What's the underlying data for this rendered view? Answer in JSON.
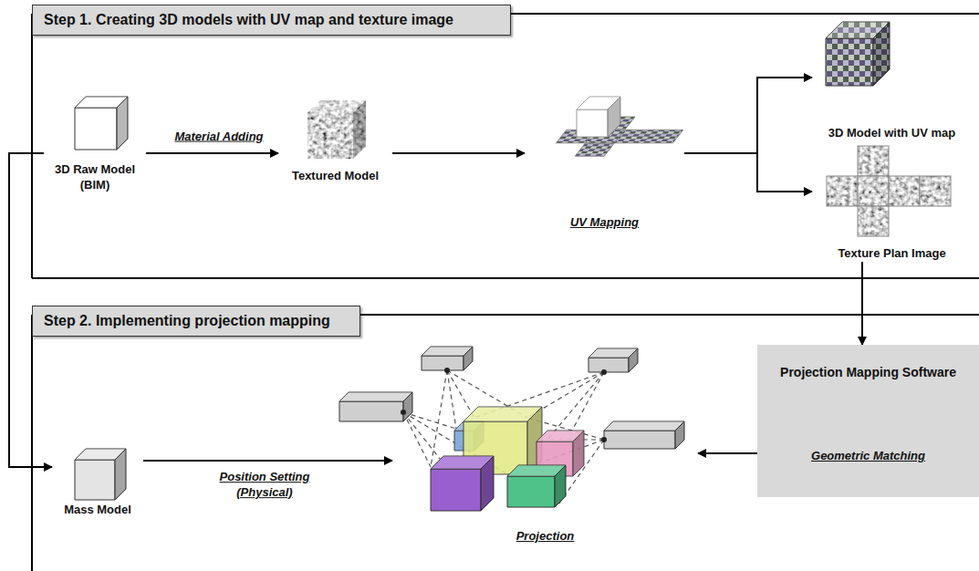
{
  "diagram": {
    "nodes": [
      {
        "text": [
          "Step 1. Creating 3D models with UV map and texture image"
        ]
      },
      {
        "text": [
          "3D Raw Model (BIM)"
        ],
        "in": 0
      },
      {
        "text": [
          "Textured Model"
        ],
        "in": 0
      },
      {
        "text": [
          "UV Mapping"
        ],
        "in": 0
      },
      {
        "text": [
          "3D Model with UV map"
        ],
        "in": 0
      },
      {
        "text": [
          "Texture Plan Image"
        ],
        "in": 0
      },
      {
        "text": [
          "Step 2. Implementing projection mapping"
        ]
      },
      {
        "text": [
          "Mass Model"
        ],
        "in": 6
      },
      {
        "text": [
          "Projection"
        ],
        "in": 6
      },
      {
        "text": [
          "Projection Mapping Software",
          "Geometric Matching"
        ],
        "in": 6
      }
    ],
    "edges": [
      {
        "from": 1,
        "to": 2,
        "arrow": "to",
        "label": "Material Adding"
      },
      {
        "from": 2,
        "to": 3,
        "arrow": "to"
      },
      {
        "from": 3,
        "to": 4,
        "arrow": "to"
      },
      {
        "from": 3,
        "to": 5,
        "arrow": "to"
      },
      {
        "from": 5,
        "to": 9,
        "arrow": "to"
      },
      {
        "from": 1,
        "to": 7,
        "arrow": "to"
      },
      {
        "from": 7,
        "to": 8,
        "arrow": "to",
        "label": "Position Setting (Physical)"
      },
      {
        "from": 9,
        "to": 8,
        "arrow": "to"
      }
    ]
  }
}
